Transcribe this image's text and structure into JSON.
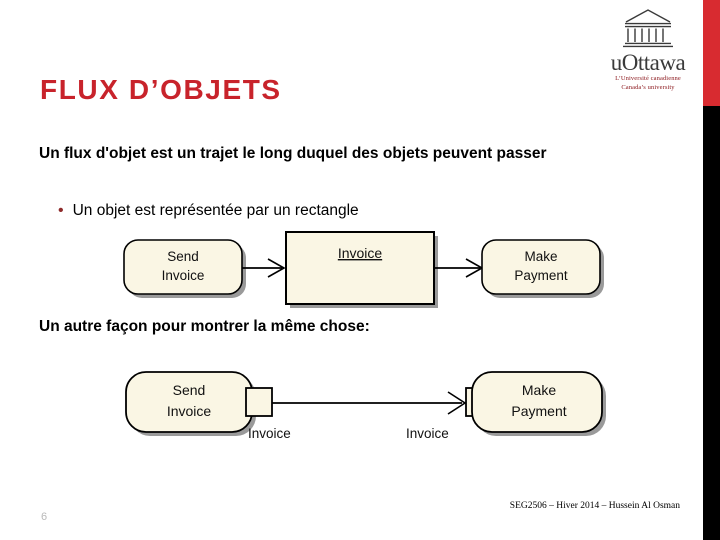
{
  "slide": {
    "title": "FLUX D’OBJETS",
    "paragraph": "Un flux d'objet est un trajet le long duquel des objets peuvent passer",
    "bullet": "Un objet est représentée par un rectangle",
    "subheading": "Un autre façon pour montrer la même chose:",
    "page_number": "6",
    "footer_credit": "SEG2506 – Hiver 2014 – Hussein Al Osman"
  },
  "logo": {
    "wordmark_u": "u",
    "wordmark_ottawa": "Ottawa",
    "tagline_fr": "L’Université canadienne",
    "tagline_en": "Canada’s university"
  },
  "colors": {
    "title_red": "#c8232b",
    "bar_red": "#d82b30",
    "bar_black": "#000000",
    "node_fill": "#faf6e4",
    "node_stroke": "#000000",
    "shadow": "#9a9a9a",
    "bullet_red": "#8e2b2b",
    "page_number_gray": "#b9b9b9"
  },
  "diagram_top": {
    "caption": "object flow with object node",
    "nodes": [
      {
        "id": "send-invoice",
        "label_line1": "Send",
        "label_line2": "Invoice",
        "shape": "rounded-rectangle"
      },
      {
        "id": "invoice-object",
        "label_line1": "Invoice",
        "label_line2": "",
        "shape": "rectangle"
      },
      {
        "id": "make-payment",
        "label_line1": "Make",
        "label_line2": "Payment",
        "shape": "rounded-rectangle"
      }
    ],
    "edges": [
      {
        "from": "send-invoice",
        "to": "invoice-object"
      },
      {
        "from": "invoice-object",
        "to": "make-payment"
      }
    ]
  },
  "diagram_bottom": {
    "caption": "object flow with pins",
    "nodes": [
      {
        "id": "send-invoice-2",
        "label_line1": "Send",
        "label_line2": "Invoice",
        "shape": "rounded-rectangle"
      },
      {
        "id": "make-payment-2",
        "label_line1": "Make",
        "label_line2": "Payment",
        "shape": "rounded-rectangle"
      }
    ],
    "pins": [
      {
        "id": "pin-output",
        "label": "Invoice"
      },
      {
        "id": "pin-input",
        "label": "Invoice"
      }
    ],
    "edges": [
      {
        "from": "pin-output",
        "to": "pin-input"
      }
    ]
  }
}
